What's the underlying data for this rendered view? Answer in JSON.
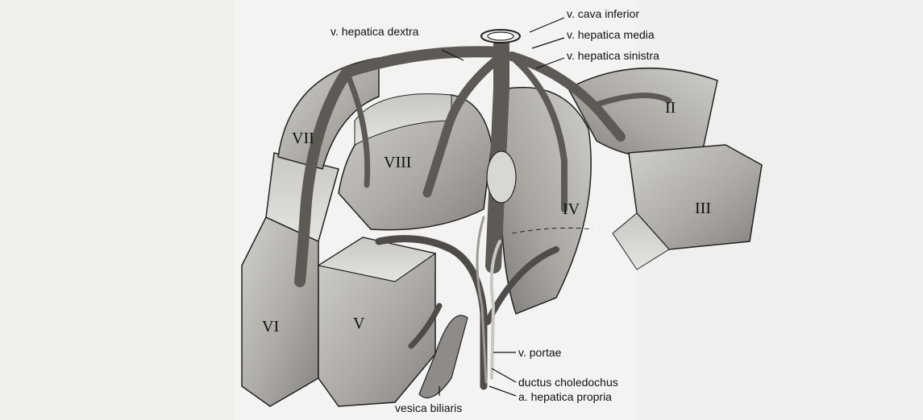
{
  "labels": {
    "cava_inferior": "v. cava inferior",
    "hepatica_dextra": "v. hepatica dextra",
    "hepatica_media": "v. hepatica media",
    "hepatica_sinistra": "v. hepatica sinistra",
    "portae": "v. portae",
    "ductus_choledochus": "ductus choledochus",
    "hepatica_propria": "a. hepatica propria",
    "vesica_biliaris": "vesica biliaris"
  },
  "segments": {
    "II": "II",
    "III": "III",
    "IV": "IV",
    "V": "V",
    "VI": "VI",
    "VII": "VII",
    "VIII": "VIII"
  },
  "colors": {
    "background": "#f4f3f1",
    "segment_fill": "#b9b7b3",
    "segment_dark": "#8d8a86",
    "vessel": "#5d5a56",
    "ink": "#111111"
  }
}
